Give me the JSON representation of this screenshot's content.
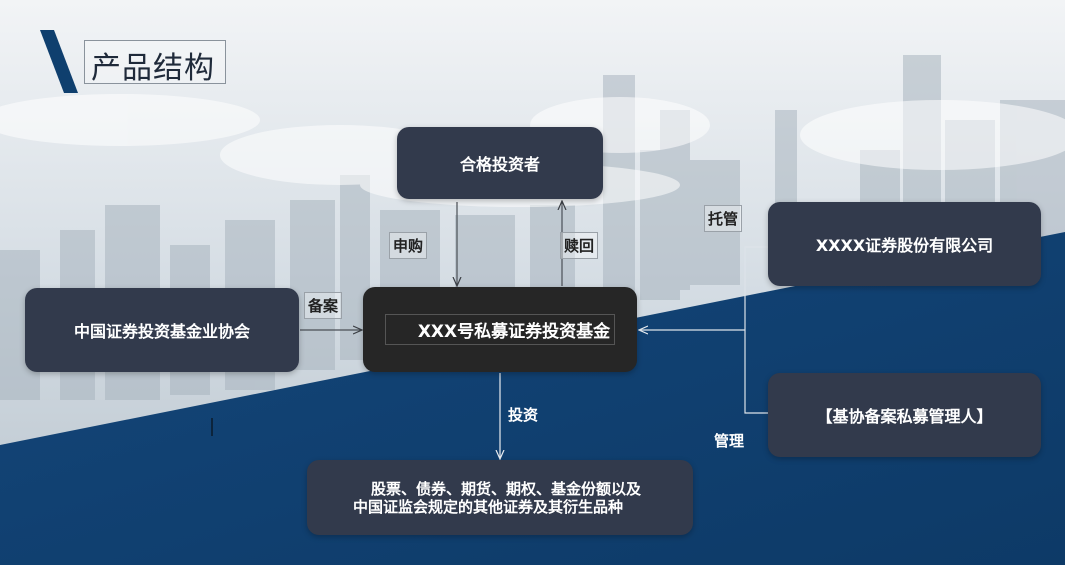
{
  "title": "产品结构",
  "nodes": {
    "investor": "合格投资者",
    "amac": "中国证券投资基金业协会",
    "fund": "XXX号私募证券投资基金",
    "custodian": "XXXX证券股份有限公司",
    "manager": "【基协备案私募管理人】",
    "assets": "股票、债券、期货、期权、基金份额以及中国证监会规定的其他证券及其衍生品种"
  },
  "edges": {
    "subscribe": "申购",
    "redeem": "赎回",
    "filing": "备案",
    "invest": "投资",
    "custody": "托管",
    "manage": "管理"
  },
  "colors": {
    "box": "#323a4c",
    "fund_box": "#262626",
    "navy": "#0f3f6e"
  }
}
